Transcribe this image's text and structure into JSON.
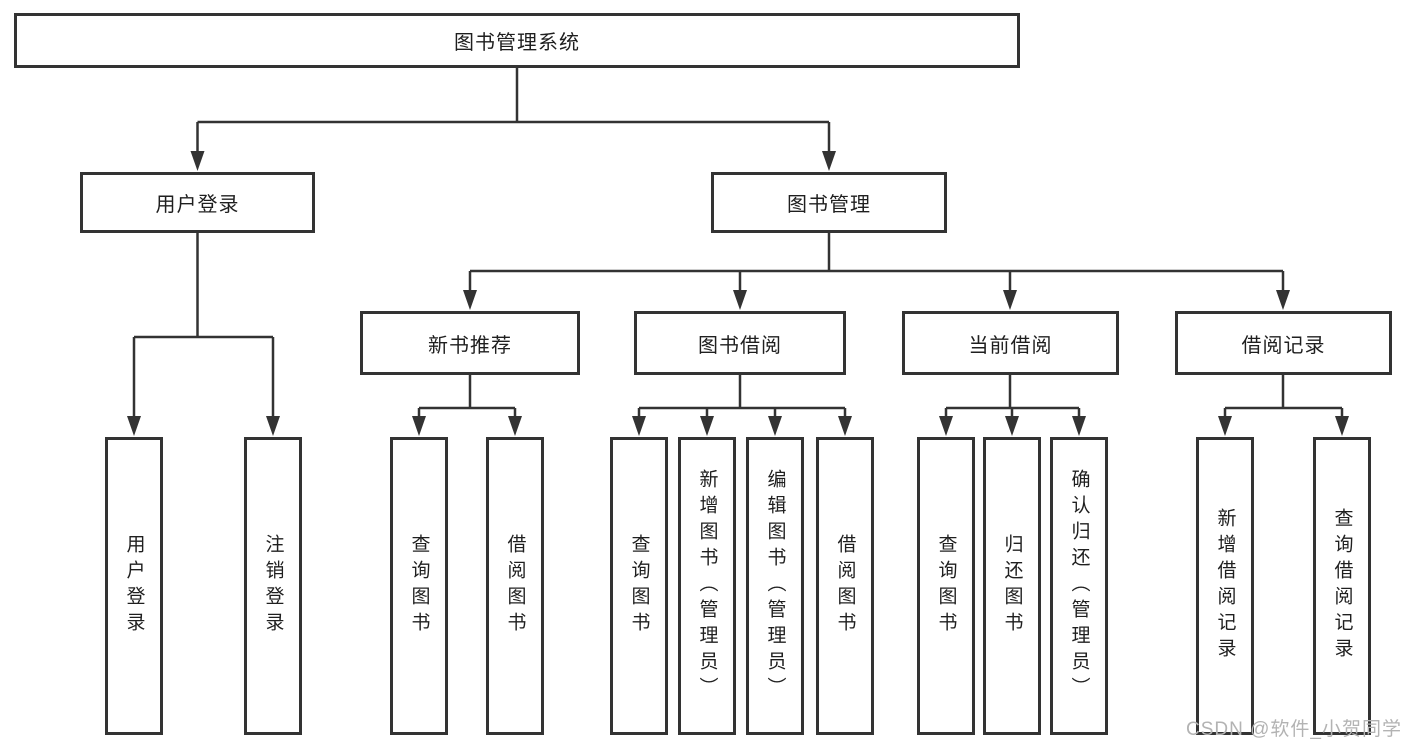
{
  "diagram_title": "图书管理系统",
  "root": {
    "label": "图书管理系统"
  },
  "level2": [
    {
      "label": "用户登录"
    },
    {
      "label": "图书管理"
    }
  ],
  "level3": [
    {
      "label": "新书推荐"
    },
    {
      "label": "图书借阅"
    },
    {
      "label": "当前借阅"
    },
    {
      "label": "借阅记录"
    }
  ],
  "leaves": {
    "user_login": [
      {
        "label": "用户登录"
      },
      {
        "label": "注销登录"
      }
    ],
    "new_book_recommend": [
      {
        "label": "查询图书"
      },
      {
        "label": "借阅图书"
      }
    ],
    "book_borrowing": [
      {
        "label": "查询图书"
      },
      {
        "label": "新增图书（管理员）"
      },
      {
        "label": "编辑图书（管理员）"
      },
      {
        "label": "借阅图书"
      }
    ],
    "current_borrowing": [
      {
        "label": "查询图书"
      },
      {
        "label": "归还图书"
      },
      {
        "label": "确认归还（管理员）"
      }
    ],
    "borrowing_records": [
      {
        "label": "新增借阅记录"
      },
      {
        "label": "查询借阅记录"
      }
    ]
  },
  "watermark": "CSDN @软件_小贺同学",
  "colors": {
    "line": "#333333",
    "box_background": "#ffffff",
    "text": "#1f1f1f",
    "watermark": "#b3b3b3"
  }
}
